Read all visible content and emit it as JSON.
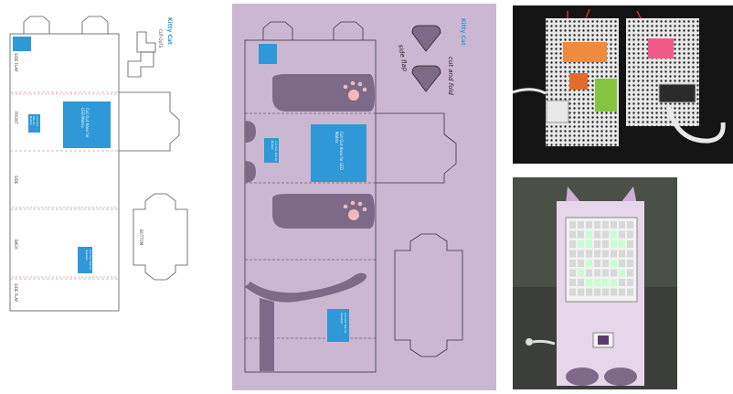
{
  "panel1": {
    "title": "Kitty Cat",
    "side_labels": [
      "SIDE FLAP",
      "FRONT",
      "SIDE",
      "BACK",
      "SIDE FLAP"
    ],
    "bottom_label": "BOTTOM",
    "cutout_label": "CUT-OUTS",
    "led_box": "Cut Out Area for LED Matrix",
    "small_box_top": "Cut Out Tab for Button",
    "small_box_bottom": "Cut Out Tab for Speaker"
  },
  "panel2": {
    "title": "Kitty Cat",
    "led_box": "Cut Out Area for LED Matrix",
    "small_box_top": "Cut Out Tab for Button",
    "small_box_bottom": "Cut Out Tab for Speaker",
    "handwriting_left": "side flap",
    "handwriting_right": "cut and fold"
  },
  "colors": {
    "blue": "#2f98d6",
    "purple_paper": "#cbb7d2",
    "cat_purple": "#7d6a89",
    "paw_pink": "#f2b8bd"
  }
}
